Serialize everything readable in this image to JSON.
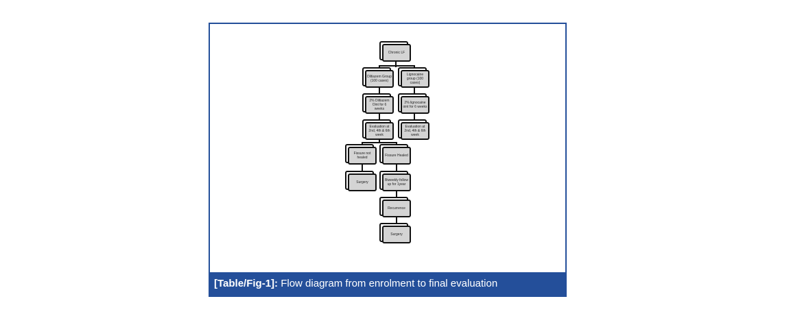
{
  "nodes": {
    "chronic": "Chronic LF",
    "diltiazem_group": "Diltiazem Group (100 cases)",
    "lignocaine_group": "Lignocaine group (100 cases)",
    "diltiazem_oint": "2% Diltiazem Oint for 6 weeks",
    "lignocaine_oint": "2% lignocaine oint for 6 weeks",
    "eval_left": "Evaluation at 2nd, 4th & 6th week",
    "eval_right": "Evaluation at 2nd, 4th & 6th week",
    "not_healed": "Fissure not healed",
    "healed": "Fissure Healed",
    "surgery_left": "Surgery",
    "followup": "Biweekly follow up for 1year",
    "recurrence": "Recurrence",
    "surgery_right": "Surgery"
  },
  "caption": {
    "label": "[Table/Fig-1]:",
    "text": " Flow diagram from enrolment to final evaluation"
  }
}
